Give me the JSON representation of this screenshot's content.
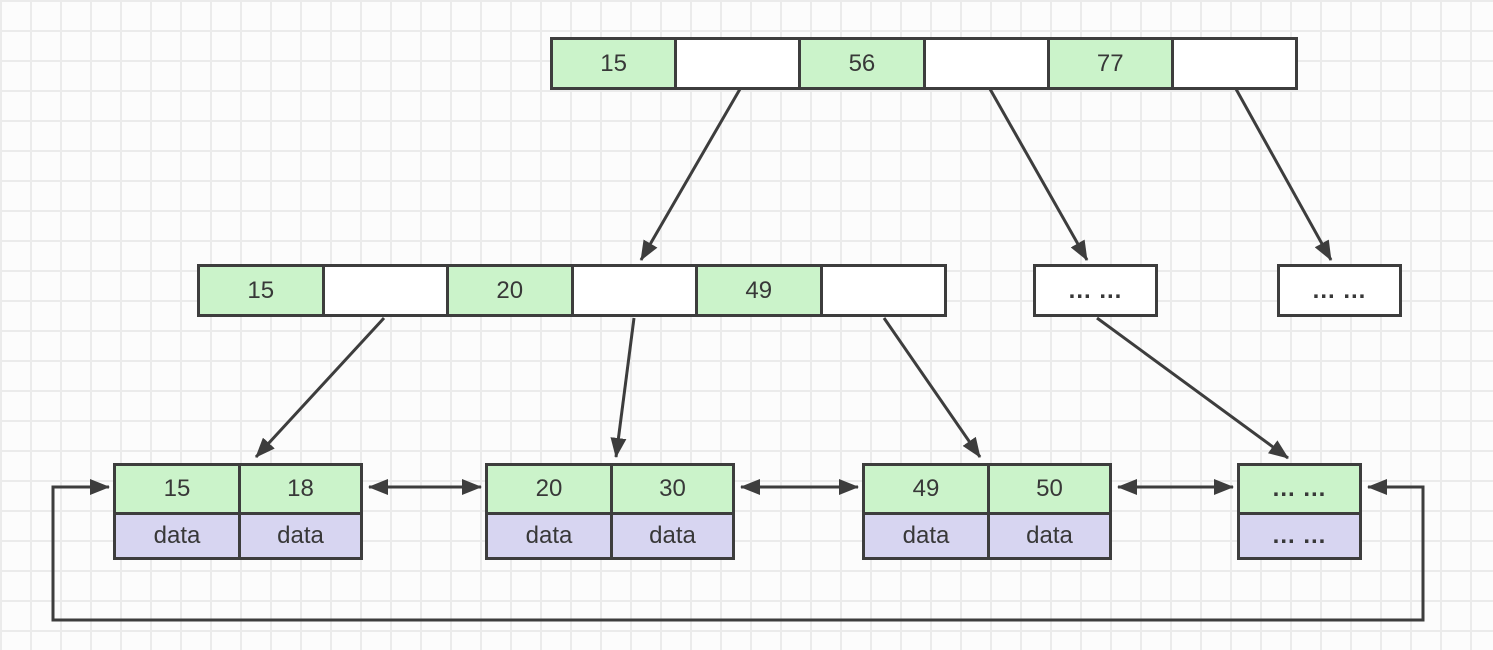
{
  "diagram": {
    "type": "b-plus-tree",
    "colors": {
      "key_fill": "#cbf3ca",
      "pointer_fill": "#ffffff",
      "data_fill": "#d7d5f1",
      "stroke": "#3d3d3d",
      "grid_line": "#ebebeb",
      "canvas_bg": "#fcfcfc"
    },
    "nodes": {
      "root": {
        "cells": [
          {
            "label": "15"
          },
          {
            "label": ""
          },
          {
            "label": "56"
          },
          {
            "label": ""
          },
          {
            "label": "77"
          },
          {
            "label": ""
          }
        ]
      },
      "internal": {
        "cells": [
          {
            "label": "15"
          },
          {
            "label": ""
          },
          {
            "label": "20"
          },
          {
            "label": ""
          },
          {
            "label": "49"
          },
          {
            "label": ""
          }
        ]
      },
      "overflow_left": {
        "label": "... ..."
      },
      "overflow_right": {
        "label": "... ..."
      },
      "leaf1": {
        "keys": [
          "15",
          "18"
        ],
        "data": [
          "data",
          "data"
        ]
      },
      "leaf2": {
        "keys": [
          "20",
          "30"
        ],
        "data": [
          "data",
          "data"
        ]
      },
      "leaf3": {
        "keys": [
          "49",
          "50"
        ],
        "data": [
          "data",
          "data"
        ]
      },
      "leaf4": {
        "keys": [
          "... ..."
        ],
        "data": [
          "... ..."
        ]
      }
    }
  }
}
